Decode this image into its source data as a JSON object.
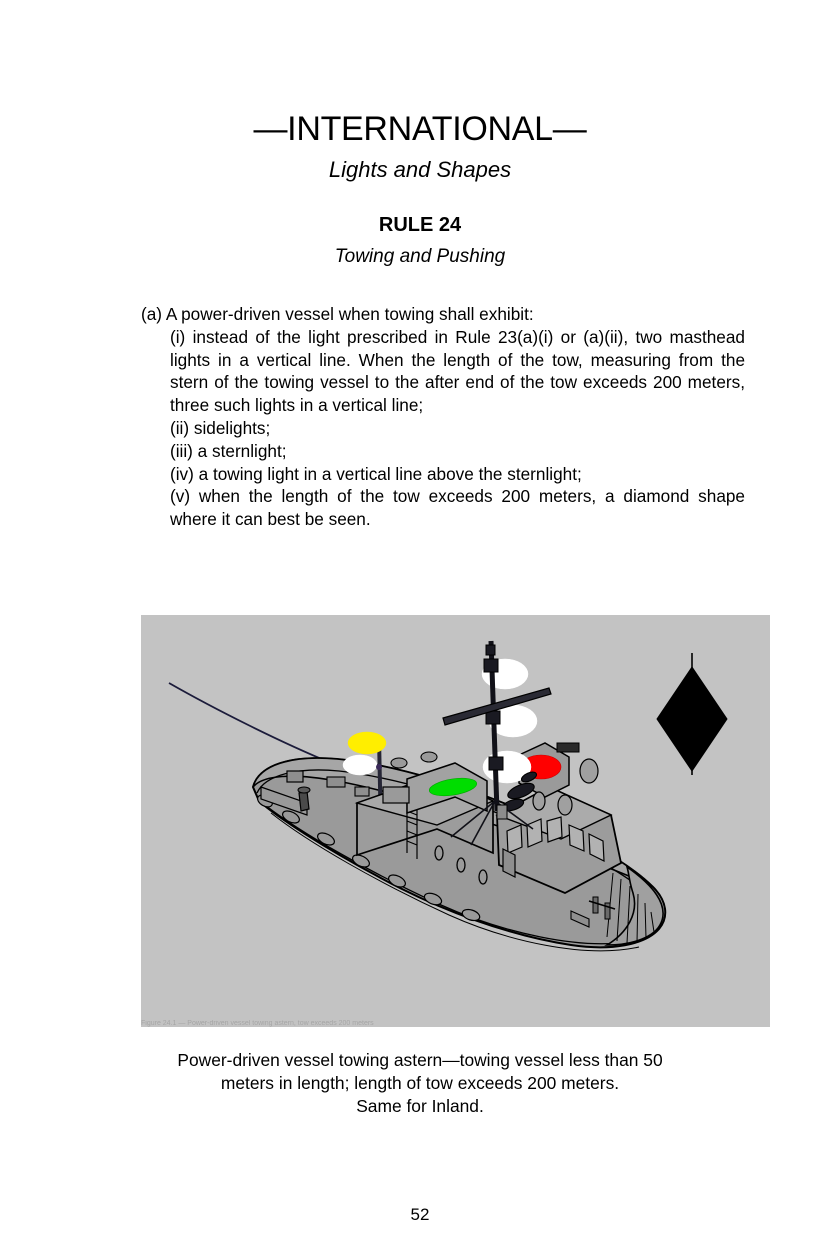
{
  "header": {
    "title": "—INTERNATIONAL—",
    "subtitle": "Lights and Shapes",
    "rule_number": "RULE 24",
    "rule_name": "Towing and Pushing"
  },
  "body": {
    "item_a": "(a) A power-driven vessel when towing shall exhibit:",
    "item_i": "(i) instead of the light prescribed in Rule 23(a)(i) or (a)(ii), two masthead lights in a vertical line. When the length of the tow, measuring from the stern of the towing vessel to the after end of the tow exceeds 200 meters, three such lights in a vertical line;",
    "item_ii": "(ii)  sidelights;",
    "item_iii": "(iii) a sternlight;",
    "item_iv": "(iv) a towing light in a vertical line above the sternlight;",
    "item_v": "(v) when the length of the tow exceeds 200 meters, a diamond shape where it can best be seen."
  },
  "illustration": {
    "alt": "Line drawing of a power-driven tugboat towing astern, seen from the stern quarter, showing three white masthead lights in a vertical line, red and green sidelights, a white sternlight with a yellow towing light above it, a towline trailing off to the left, and a black diamond shape displayed to the right.",
    "background_color": "#c3c3c3",
    "hull_color": "#9a9a9a",
    "deck_color": "#8f8f8f",
    "outline_color": "#000000",
    "lights": [
      {
        "name": "masthead-light-upper",
        "color": "#ffffff"
      },
      {
        "name": "masthead-light-middle",
        "color": "#ffffff"
      },
      {
        "name": "masthead-light-lower",
        "color": "#ffffff"
      },
      {
        "name": "towing-light",
        "color": "#ffee00"
      },
      {
        "name": "sternlight",
        "color": "#ffffff"
      },
      {
        "name": "sidelight-port",
        "color": "#ff0000"
      },
      {
        "name": "sidelight-starboard",
        "color": "#00dd00"
      }
    ],
    "diamond_shape_color": "#000000",
    "footer_noise": "Figure 24.1 — Power-driven vessel towing astern, tow exceeds 200 meters"
  },
  "caption": {
    "line1": "Power-driven vessel towing astern—towing vessel less than 50",
    "line2": "meters in length; length of tow exceeds 200 meters.",
    "line3": "Same for Inland."
  },
  "footer": {
    "page_number": "52"
  }
}
